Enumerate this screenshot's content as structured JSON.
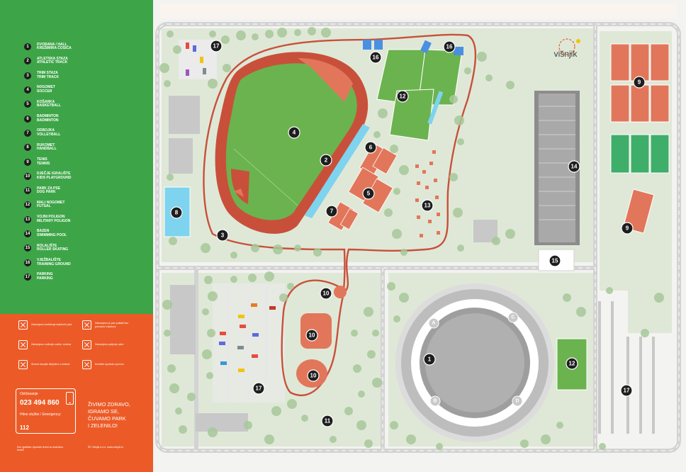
{
  "legend": {
    "items": [
      {
        "num": "1",
        "line1": "DVORANA / HALL",
        "line2": "KREŠIMIRA ĆOSIĆA"
      },
      {
        "num": "2",
        "line1": "ATLETSKA STAZA",
        "line2": "ATHLETIC TRACK"
      },
      {
        "num": "3",
        "line1": "TRIM STAZA",
        "line2": "TRIM TRACK"
      },
      {
        "num": "4",
        "line1": "NOGOMET",
        "line2": "SOCCER"
      },
      {
        "num": "5",
        "line1": "KOŠARKA",
        "line2": "BASKETBALL"
      },
      {
        "num": "6",
        "line1": "BADMINTON",
        "line2": "BADMINTON"
      },
      {
        "num": "7",
        "line1": "ODBOJKA",
        "line2": "VOLLEYBALL"
      },
      {
        "num": "8",
        "line1": "RUKOMET",
        "line2": "HANDBALL"
      },
      {
        "num": "9",
        "line1": "TENIS",
        "line2": "TENNIS"
      },
      {
        "num": "10",
        "line1": "DJEČJE IGRALIŠTE",
        "line2": "KIDS PLAYGROUND"
      },
      {
        "num": "11",
        "line1": "PARK ZA PSE",
        "line2": "DOG PARK"
      },
      {
        "num": "12",
        "line1": "MALI NOGOMET",
        "line2": "FUTSAL"
      },
      {
        "num": "13",
        "line1": "VOJNI POLIGON",
        "line2": "MILITARY POLIGON"
      },
      {
        "num": "14",
        "line1": "BAZEN",
        "line2": "SWIMMING POOL"
      },
      {
        "num": "15",
        "line1": "ROLALIŠTE",
        "line2": "ROLLER SKATING"
      },
      {
        "num": "16",
        "line1": "VJEŽBALIŠTE",
        "line2": "TRAINING GROUND"
      },
      {
        "num": "17",
        "line1": "PARKING",
        "line2": "PARKING"
      }
    ]
  },
  "rules": [
    {
      "icon": "no-glass-icon",
      "text": "Zabranjeno korištenje staklenih pića"
    },
    {
      "icon": "no-dog-icon",
      "text": "Zabranjeno je pse puštati bez povodca i nadzora"
    },
    {
      "icon": "no-motor-icon",
      "text": "Zabranjeno vođenje vozila i motora"
    },
    {
      "icon": "no-fire-icon",
      "text": "Zabranjeno paljenje vatre"
    },
    {
      "icon": "waste-icon",
      "text": "Smeće bacajte isključivo u koševe"
    },
    {
      "icon": "equipment-icon",
      "text": "Koristite sportsku opremu"
    }
  ],
  "contact": {
    "label1": "Održavanje",
    "phone1": "023 494 860",
    "label2": "Hitne službe / Emergency:",
    "phone2": "112"
  },
  "slogan": {
    "l1": "ŽIVIMO ZDRAVO,",
    "l2": "IGRAMO SE,",
    "l3": "ČUVAMO PARK",
    "l4": "I ZELENILO!"
  },
  "footer": {
    "left": "Sve igrališta i sportski tereni su slobodno koristi",
    "right": "ŠC Višnjik d.o.o. www.visnjik.hr"
  },
  "map": {
    "brand": "višnjik",
    "gates": [
      "A",
      "B",
      "C",
      "D"
    ],
    "markers": [
      {
        "num": "1"
      },
      {
        "num": "2"
      },
      {
        "num": "3"
      },
      {
        "num": "4"
      },
      {
        "num": "5"
      },
      {
        "num": "6"
      },
      {
        "num": "7"
      },
      {
        "num": "8"
      },
      {
        "num": "9"
      },
      {
        "num": "9"
      },
      {
        "num": "10"
      },
      {
        "num": "10"
      },
      {
        "num": "10"
      },
      {
        "num": "11"
      },
      {
        "num": "12"
      },
      {
        "num": "12"
      },
      {
        "num": "13"
      },
      {
        "num": "14"
      },
      {
        "num": "15"
      },
      {
        "num": "16"
      },
      {
        "num": "16"
      },
      {
        "num": "17"
      },
      {
        "num": "17"
      },
      {
        "num": "17"
      }
    ]
  },
  "colors": {
    "legend_bg": "#3da547",
    "rules_bg": "#ec5b27",
    "track": "#c8503a",
    "field": "#6bb34e",
    "court_orange": "#e2765b",
    "court_green": "#3fae6a",
    "water": "#7ed3ef",
    "road": "#d3d3d3"
  }
}
